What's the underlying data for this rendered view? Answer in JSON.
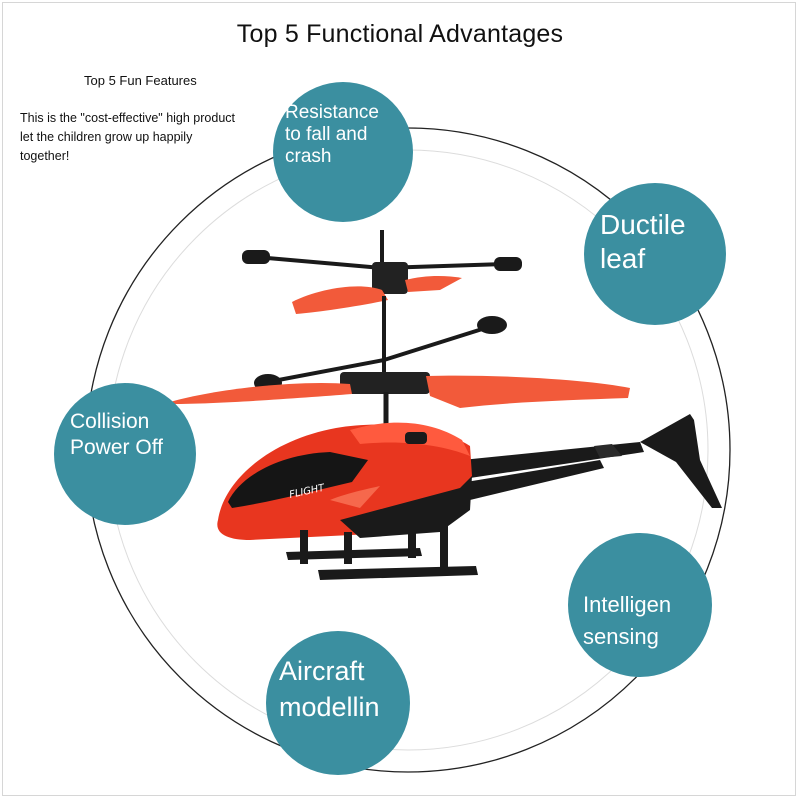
{
  "title": "Top 5 Functional Advantages",
  "sub_title": "Top 5 Fun Features",
  "description": "This is the \"cost-effective\" high product\nlet the children grow up happily\ntogether!",
  "features": [
    "Resistance\nto fall and\ncrash",
    "Ductile\nleaf",
    "Collision\nPower Off",
    "Intelligen\nsensing",
    "Aircraft\nmodellin"
  ],
  "toy_label": "FLIGHT",
  "colors": {
    "bubble": "#3b8fa0",
    "helicopter_body": "#e8361f",
    "rotor": "#f25a3a",
    "frame_black": "#1a1a1a"
  }
}
